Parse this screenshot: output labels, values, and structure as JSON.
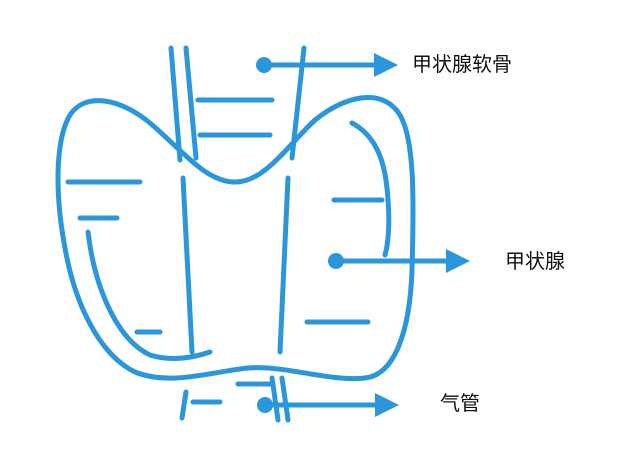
{
  "labels": {
    "thyroid_cartilage": "甲状腺软骨",
    "thyroid_gland": "甲状腺",
    "trachea": "气管"
  },
  "colors": {
    "stroke": "#2a96dc",
    "text": "#111111",
    "background": "#ffffff"
  }
}
